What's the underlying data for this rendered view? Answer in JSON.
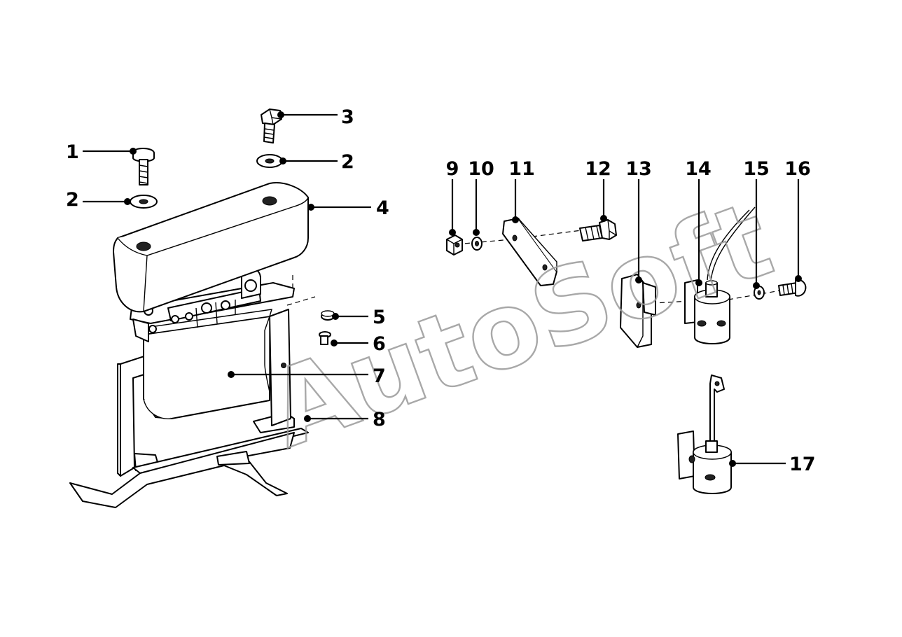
{
  "watermark": "AutoSoft",
  "callouts": [
    {
      "id": "1",
      "label": "1"
    },
    {
      "id": "2a",
      "label": "2"
    },
    {
      "id": "2b",
      "label": "2"
    },
    {
      "id": "3",
      "label": "3"
    },
    {
      "id": "4",
      "label": "4"
    },
    {
      "id": "5",
      "label": "5"
    },
    {
      "id": "6",
      "label": "6"
    },
    {
      "id": "7",
      "label": "7"
    },
    {
      "id": "8",
      "label": "8"
    },
    {
      "id": "9",
      "label": "9"
    },
    {
      "id": "10",
      "label": "10"
    },
    {
      "id": "11",
      "label": "11"
    },
    {
      "id": "12",
      "label": "12"
    },
    {
      "id": "13",
      "label": "13"
    },
    {
      "id": "14",
      "label": "14"
    },
    {
      "id": "15",
      "label": "15"
    },
    {
      "id": "16",
      "label": "16"
    },
    {
      "id": "17",
      "label": "17"
    }
  ]
}
